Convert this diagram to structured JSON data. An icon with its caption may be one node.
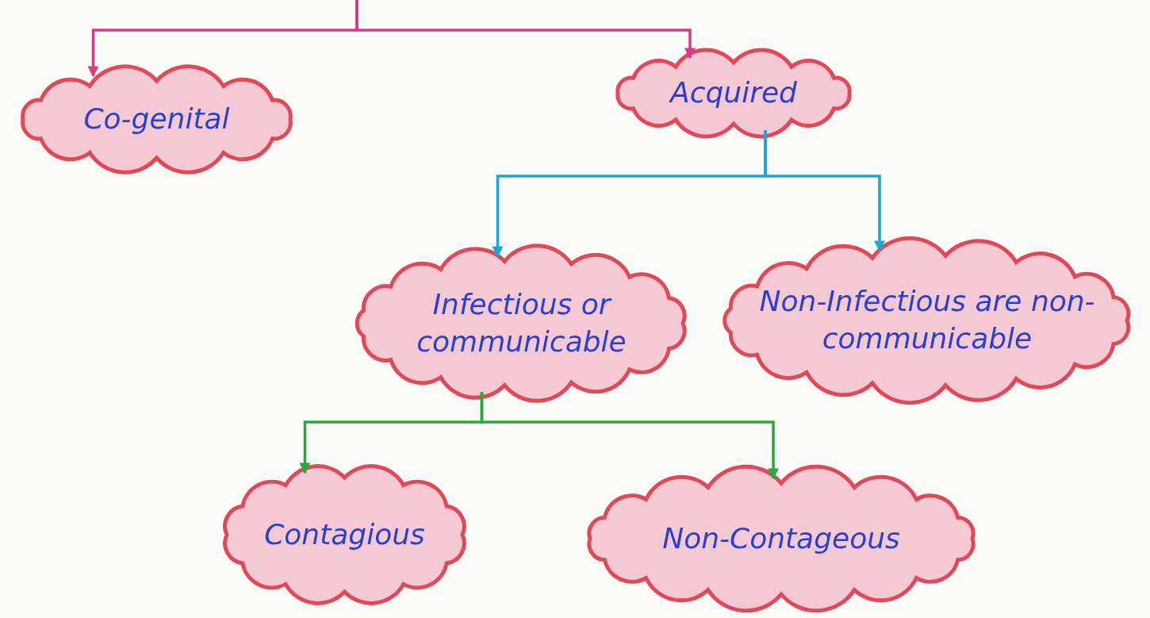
{
  "diagram": {
    "nodes": [
      {
        "text": [
          "Co-genital"
        ]
      },
      {
        "text": [
          "Acquired"
        ]
      },
      {
        "text": [
          "Infectious or communicable"
        ]
      },
      {
        "text": [
          "Non-Infectious are non-communicable"
        ]
      },
      {
        "text": [
          "Contagious"
        ]
      },
      {
        "text": [
          "Non-Contageous"
        ]
      }
    ],
    "edges": [
      {
        "from": null,
        "to": 0,
        "arrow": "to",
        "color": "#d63a8a"
      },
      {
        "from": null,
        "to": 1,
        "arrow": "to",
        "color": "#d63a8a"
      },
      {
        "from": 1,
        "to": 2,
        "arrow": "to",
        "color": "#1ba6d6"
      },
      {
        "from": 1,
        "to": 3,
        "arrow": "to",
        "color": "#1ba6d6"
      },
      {
        "from": 2,
        "to": 4,
        "arrow": "to",
        "color": "#2aa83a"
      },
      {
        "from": 2,
        "to": 5,
        "arrow": "to",
        "color": "#2aa83a"
      }
    ]
  }
}
